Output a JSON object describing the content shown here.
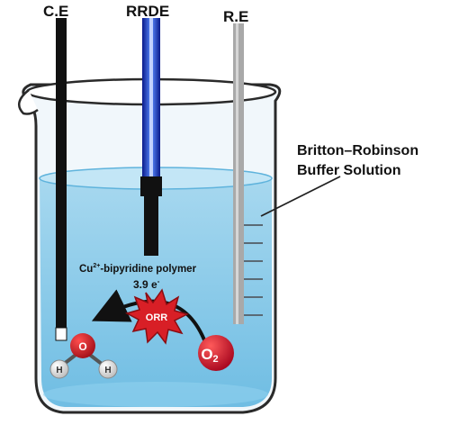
{
  "labels": {
    "counter_electrode": "C.E",
    "working_electrode": "RRDE",
    "reference_electrode": "R.E",
    "solution_line1": "Britton–Robinson",
    "solution_line2": "Buffer Solution",
    "catalyst_prefix": "Cu",
    "catalyst_charge": "2+",
    "catalyst_suffix": "-bipyridine polymer",
    "electrons_value": "3.9 e",
    "electrons_sup": "-",
    "reaction": "ORR",
    "oxygen_main": "O",
    "oxygen_sub": "2",
    "water_o": "O",
    "water_h_left": "H",
    "water_h_right": "H"
  },
  "colors": {
    "solution": "#8ecbe8",
    "solution_dark": "#5fb3dc",
    "beaker_glass": "#e8f2f8",
    "beaker_outline": "#2a2a2a",
    "counter_electrode": "#111111",
    "working_electrode_glow": "#2a5cff",
    "reference_electrode": "#a9a9a9",
    "orr_burst": "#d81f26",
    "oxygen_ball": "#c8102e",
    "hydrogen_ball": "#e6e6e6"
  }
}
